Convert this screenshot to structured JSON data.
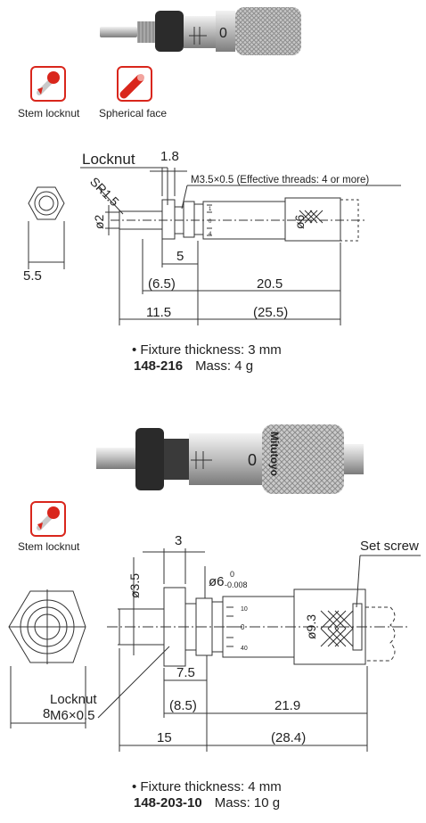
{
  "product1": {
    "icons": [
      {
        "label": "Stem locknut",
        "icon": "stem-locknut-icon"
      },
      {
        "label": "Spherical face",
        "icon": "spherical-face-icon"
      }
    ],
    "drawing": {
      "locknut": "Locknut",
      "sr": "SR1.5",
      "thread": "M3.5×0.5 (Effective threads: 4 or more)",
      "d_stem": "ø2",
      "d_thimble": "ø6",
      "dim_1_8": "1.8",
      "dim_5": "5",
      "dim_6_5": "(6.5)",
      "dim_20_5": "20.5",
      "dim_11_5": "11.5",
      "dim_25_5": "(25.5)",
      "hex": "5.5",
      "scale_0": "0",
      "scale_1": "1",
      "scale_2": "0",
      "scale_3": "4"
    },
    "fixture": "Fixture thickness: 3 mm",
    "code": "148-216",
    "mass": "Mass: 4 g"
  },
  "product2": {
    "icons": [
      {
        "label": "Stem locknut",
        "icon": "stem-locknut-icon"
      }
    ],
    "drawing": {
      "set_screw": "Set screw",
      "locknut": "Locknut",
      "locknut_thread": "M6×0.5",
      "d_stem": "ø3.5",
      "d_sleeve": "ø6",
      "tol_upper": "0",
      "tol_lower": "-0.008",
      "d_thimble": "ø9.3",
      "dim_3": "3",
      "dim_7_5": "7.5",
      "dim_8_5": "(8.5)",
      "dim_21_9": "21.9",
      "dim_15": "15",
      "dim_28_4": "(28.4)",
      "hex": "8",
      "scale_10": "10",
      "scale_0": "0",
      "scale_40": "40",
      "brand": "Mitutoyo"
    },
    "fixture": "Fixture thickness: 4 mm",
    "code": "148-203-10",
    "mass": "Mass: 10 g"
  }
}
